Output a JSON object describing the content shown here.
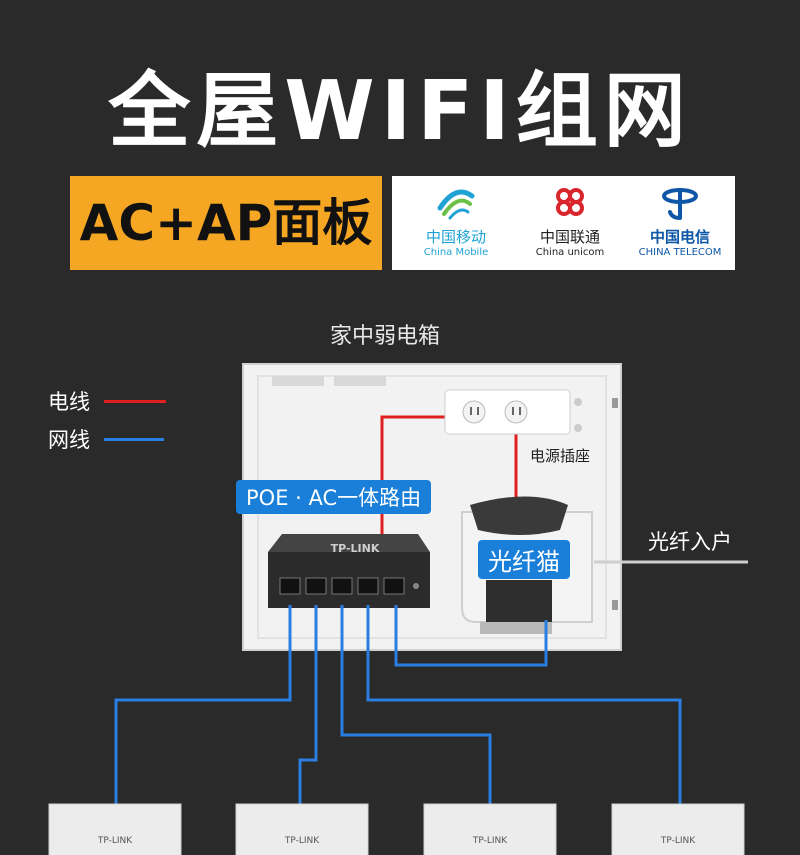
{
  "title": "全屋WIFI组网",
  "badge": "AC+AP面板",
  "carriers": [
    {
      "cn": "中国移动",
      "en": "China Mobile",
      "icon": "china-mobile-logo-icon",
      "color": "#1fa3d4"
    },
    {
      "cn": "中国联通",
      "en": "China unicom",
      "icon": "china-unicom-logo-icon",
      "color": "#d8262c"
    },
    {
      "cn": "中国电信",
      "en": "CHINA TELECOM",
      "icon": "china-telecom-logo-icon",
      "color": "#0d57a6"
    }
  ],
  "box_label": "家中弱电箱",
  "legend": {
    "power": {
      "label": "电线",
      "color": "#e02020"
    },
    "network": {
      "label": "网线",
      "color": "#2a7de1"
    }
  },
  "labels": {
    "router": "POE · AC一体路由",
    "router_brand": "TP-LINK",
    "modem": "光纤猫",
    "socket": "电源插座",
    "fiber": "光纤入户"
  },
  "access_points": [
    {
      "brand": "TP-LINK"
    },
    {
      "brand": "TP-LINK"
    },
    {
      "brand": "TP-LINK"
    },
    {
      "brand": "TP-LINK"
    }
  ]
}
